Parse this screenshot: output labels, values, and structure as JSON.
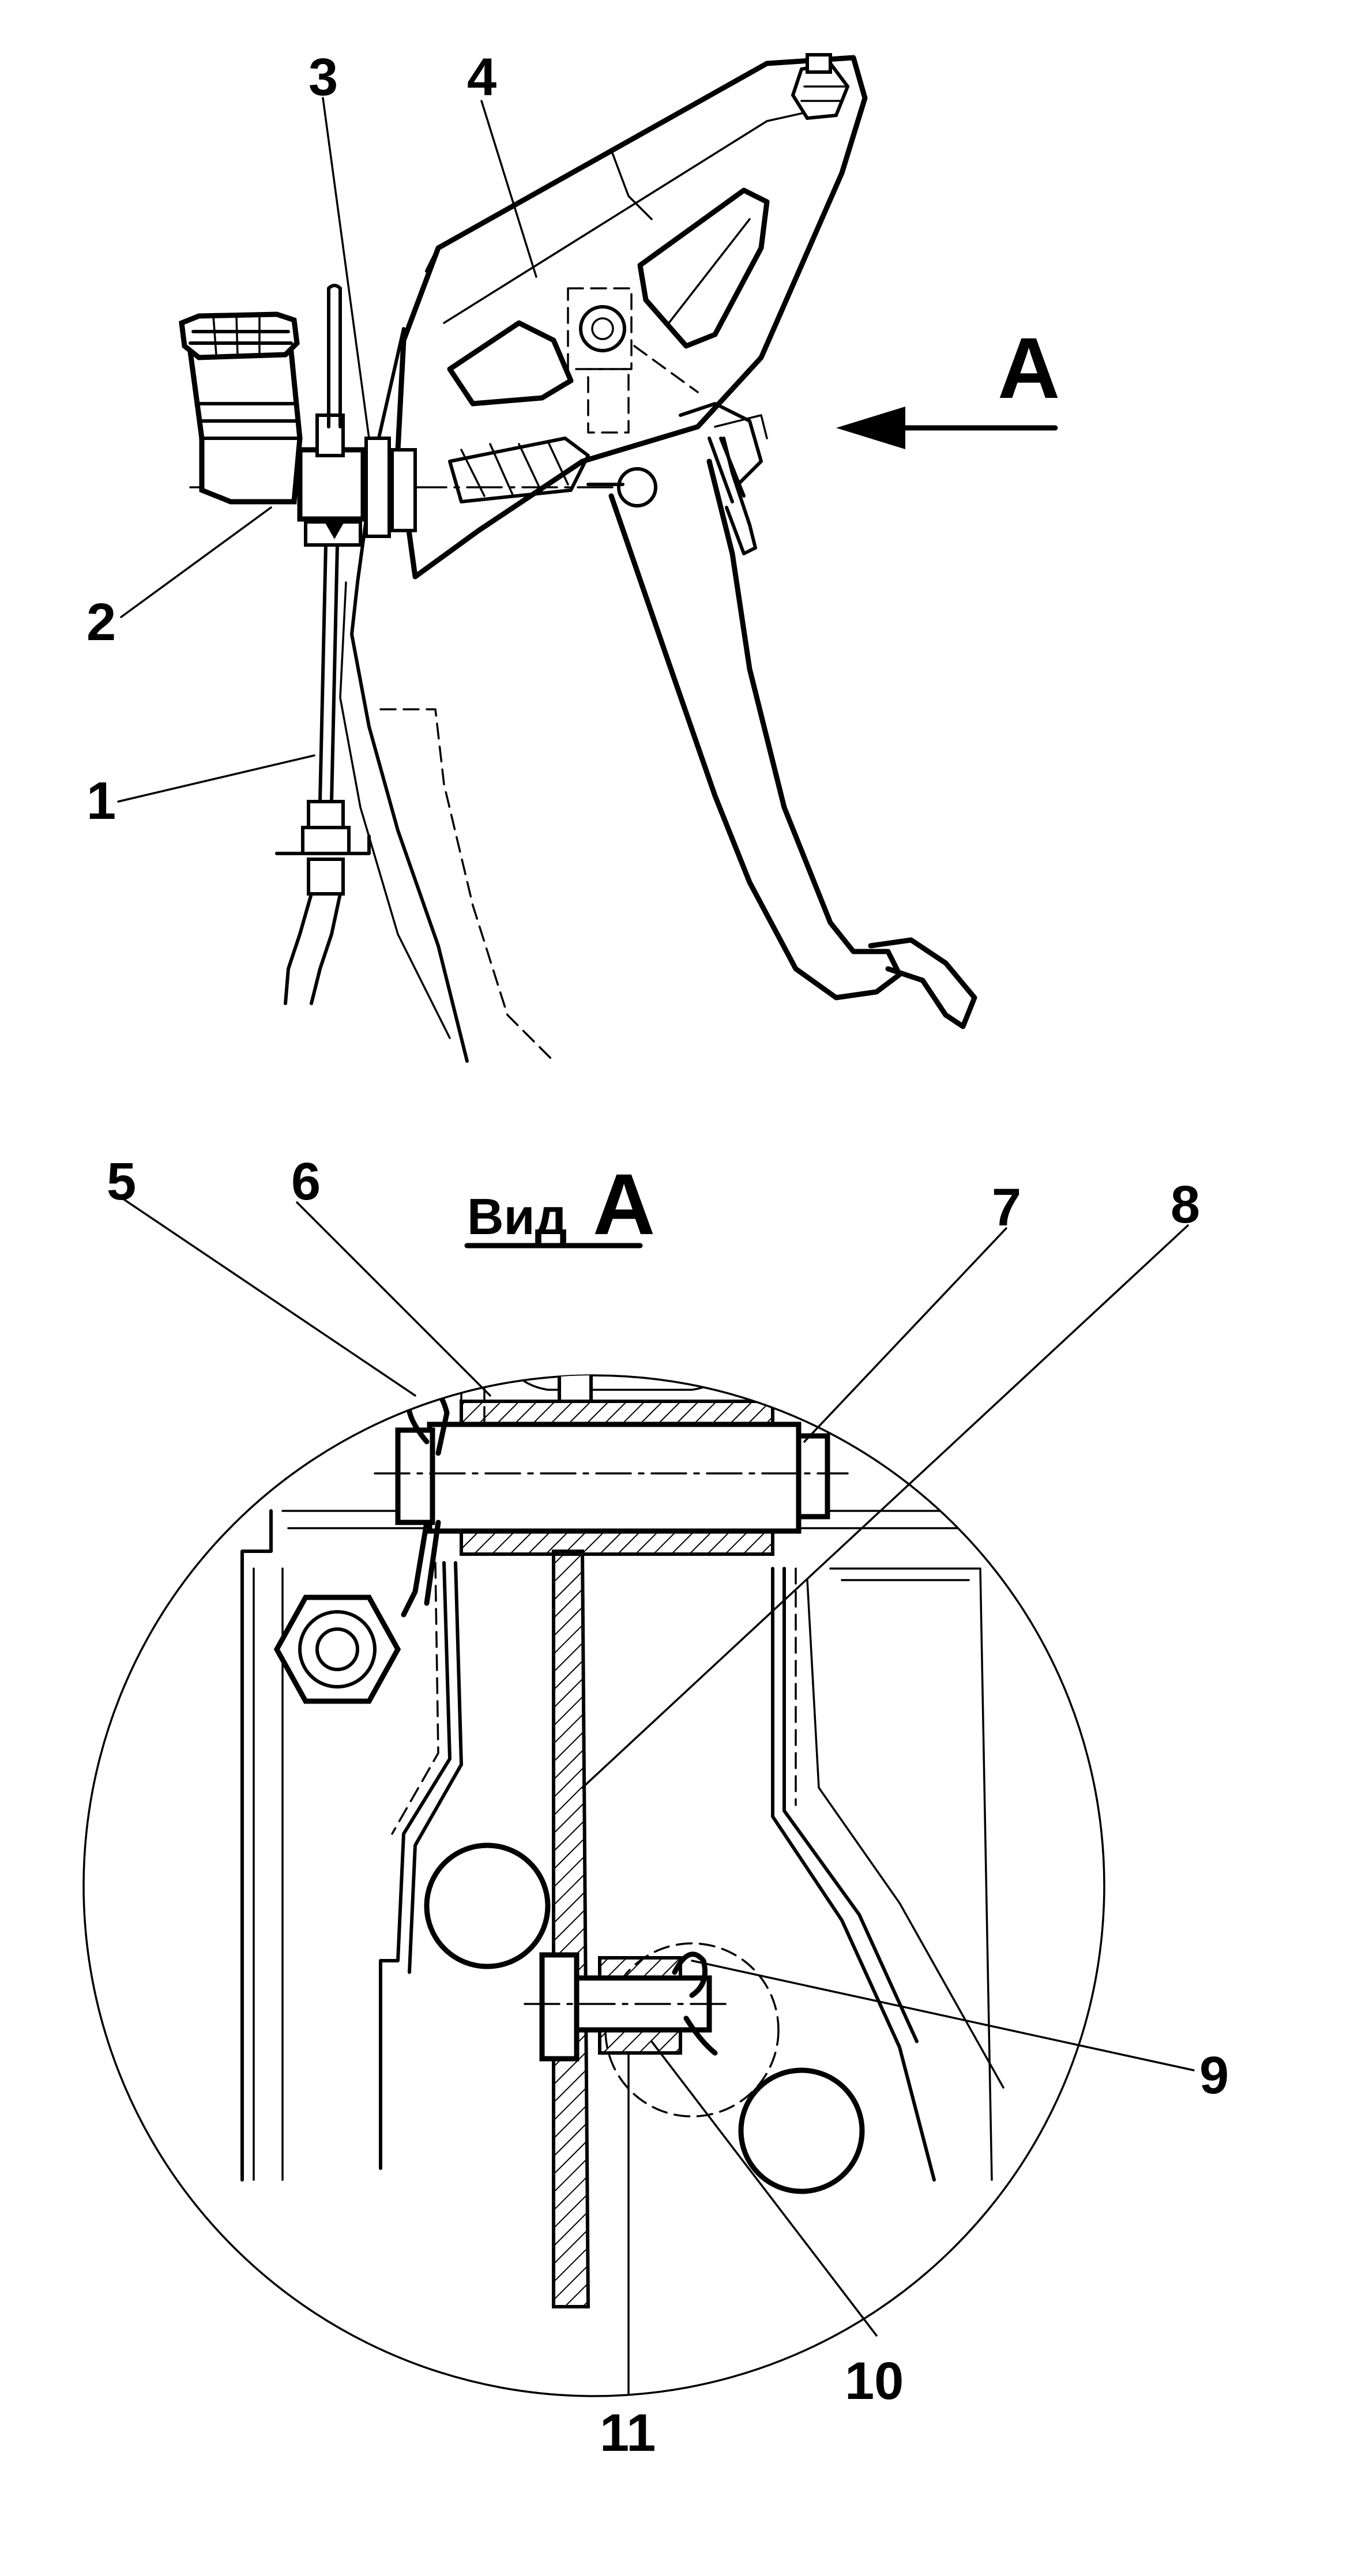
{
  "callouts": {
    "c1": "1",
    "c2": "2",
    "c3": "3",
    "c4": "4",
    "c5": "5",
    "c6": "6",
    "c7": "7",
    "c8": "8",
    "c9": "9",
    "c10": "10",
    "c11": "11"
  },
  "view_arrow_label": "А",
  "view_title": {
    "prefix": "Вид",
    "letter": "А"
  }
}
